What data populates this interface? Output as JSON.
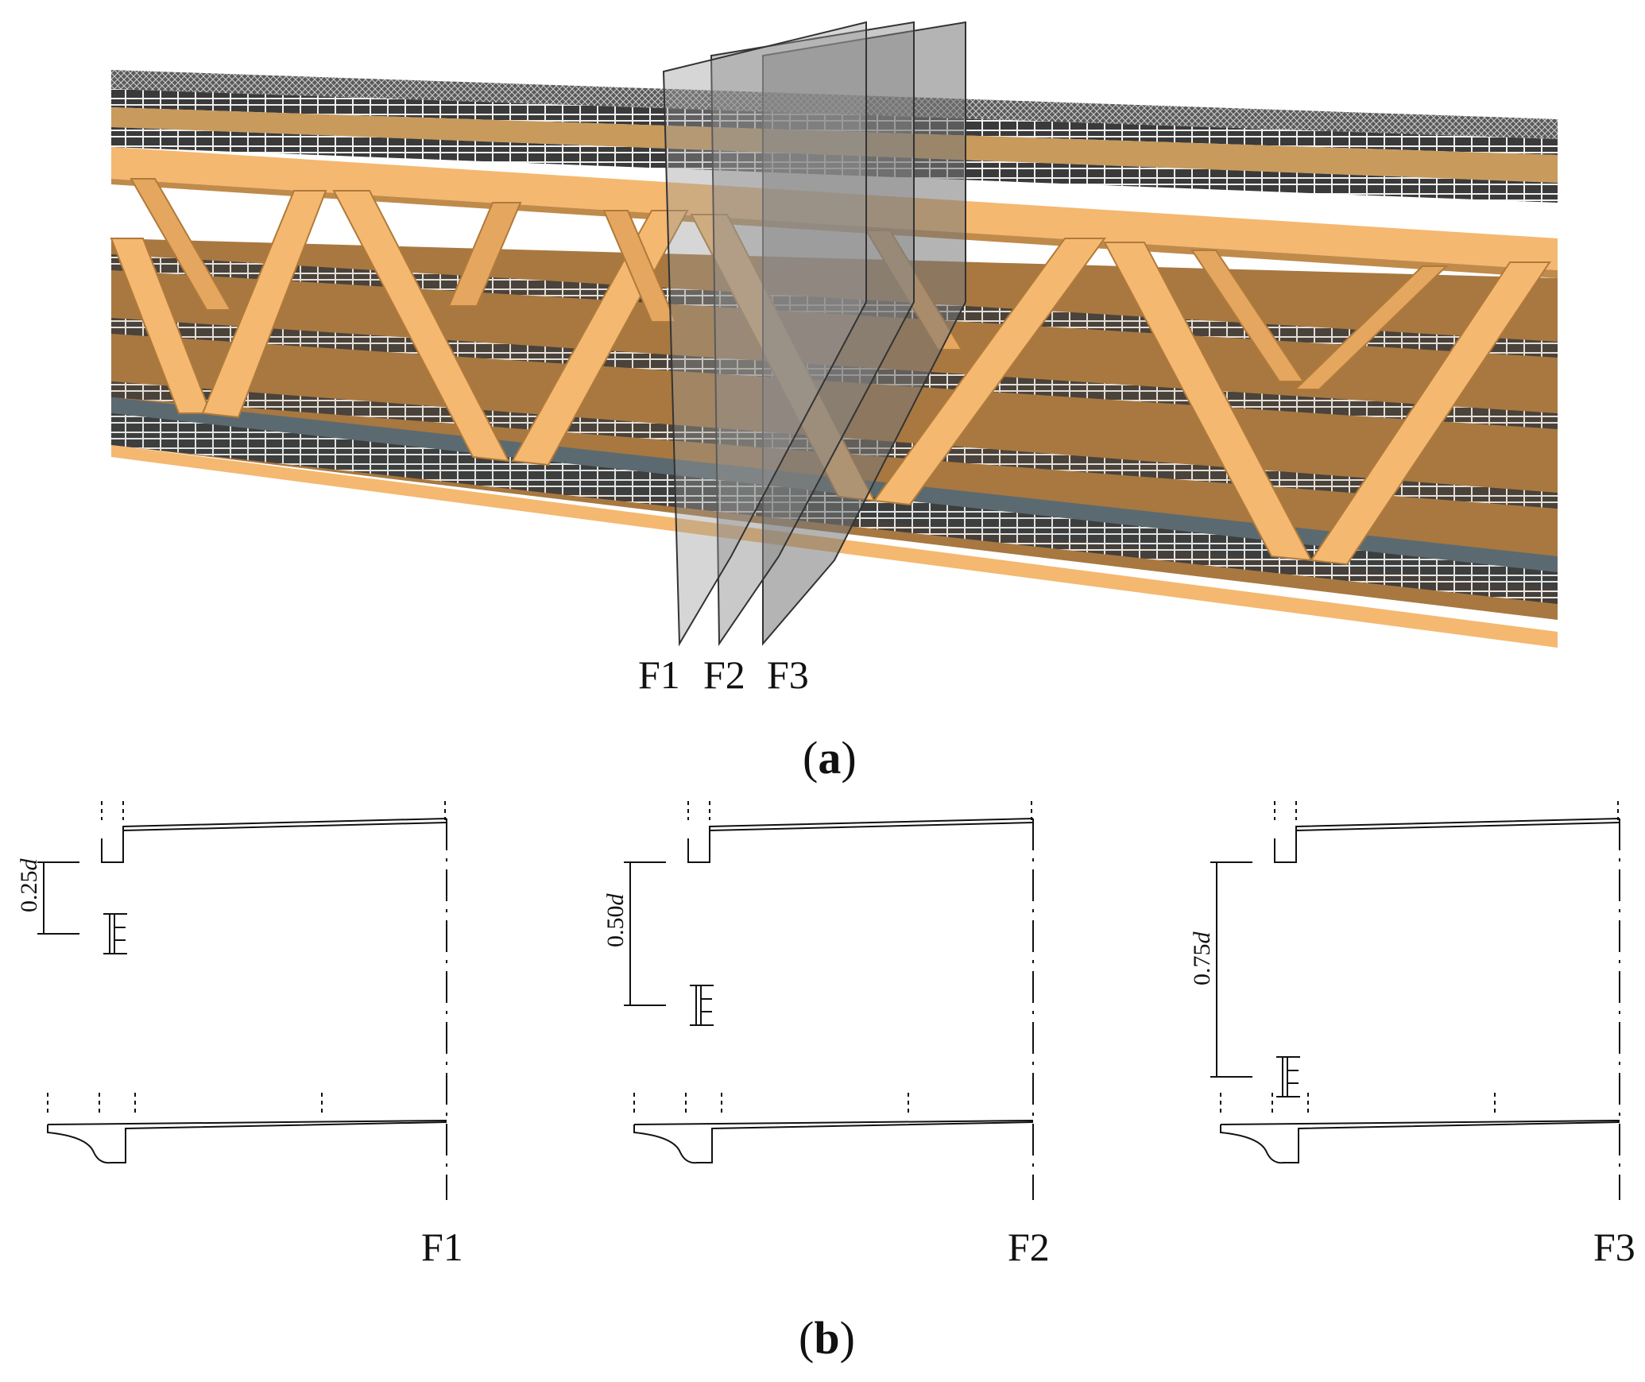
{
  "panel_a": {
    "plane_labels": [
      "F1",
      "F2",
      "F3"
    ],
    "caption": {
      "open": "(",
      "letter": "a",
      "close": ")"
    },
    "colors": {
      "truss": "#f4b870",
      "truss_shade": "#c08a4a",
      "deck": "#a87840",
      "rail": "#e8e8e8",
      "plane": "#8a8a8a"
    }
  },
  "panel_b": {
    "sections": [
      {
        "label": "F1",
        "dimension_value": "0.25",
        "dimension_var": "d",
        "ratio": 0.25
      },
      {
        "label": "F2",
        "dimension_value": "0.50",
        "dimension_var": "d",
        "ratio": 0.5
      },
      {
        "label": "F3",
        "dimension_value": "0.75",
        "dimension_var": "d",
        "ratio": 0.75
      }
    ],
    "caption": {
      "open": "(",
      "letter": "b",
      "close": ")"
    }
  }
}
